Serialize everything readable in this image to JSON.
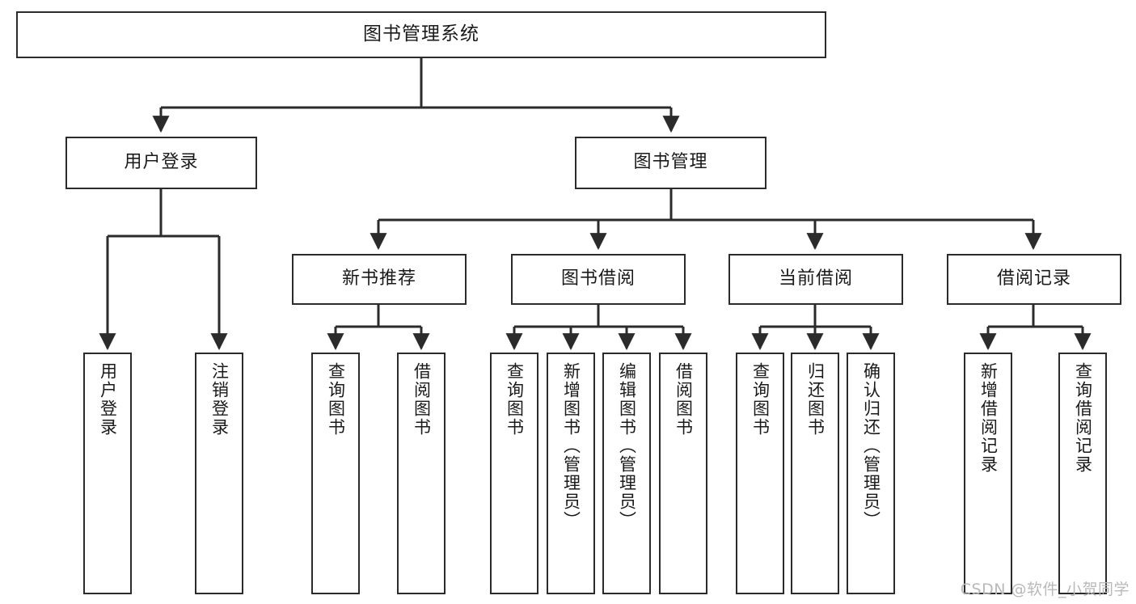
{
  "diagram": {
    "title": "图书管理系统",
    "type": "hierarchy-tree",
    "root": {
      "id": "root",
      "label": "图书管理系统",
      "orientation": "horizontal"
    },
    "level2": [
      {
        "id": "user-login",
        "label": "用户登录",
        "orientation": "horizontal"
      },
      {
        "id": "book-manage",
        "label": "图书管理",
        "orientation": "horizontal"
      }
    ],
    "level3": [
      {
        "id": "new-book-rec",
        "label": "新书推荐",
        "orientation": "horizontal",
        "parent": "book-manage"
      },
      {
        "id": "book-borrow",
        "label": "图书借阅",
        "orientation": "horizontal",
        "parent": "book-manage"
      },
      {
        "id": "current-borrow",
        "label": "当前借阅",
        "orientation": "horizontal",
        "parent": "book-manage"
      },
      {
        "id": "borrow-record",
        "label": "借阅记录",
        "orientation": "horizontal",
        "parent": "book-manage"
      }
    ],
    "leaves": [
      {
        "id": "leaf-user-login",
        "label": "用户登录",
        "parent": "user-login"
      },
      {
        "id": "leaf-logout",
        "label": "注销登录",
        "parent": "user-login"
      },
      {
        "id": "leaf-query-book-1",
        "label": "查询图书",
        "parent": "new-book-rec"
      },
      {
        "id": "leaf-borrow-book-1",
        "label": "借阅图书",
        "parent": "new-book-rec"
      },
      {
        "id": "leaf-query-book-2",
        "label": "查询图书",
        "parent": "book-borrow"
      },
      {
        "id": "leaf-add-book",
        "label": "新增图书（管理员）",
        "parent": "book-borrow"
      },
      {
        "id": "leaf-edit-book",
        "label": "编辑图书（管理员）",
        "parent": "book-borrow"
      },
      {
        "id": "leaf-borrow-book-2",
        "label": "借阅图书",
        "parent": "book-borrow"
      },
      {
        "id": "leaf-query-book-3",
        "label": "查询图书",
        "parent": "current-borrow"
      },
      {
        "id": "leaf-return-book",
        "label": "归还图书",
        "parent": "current-borrow"
      },
      {
        "id": "leaf-confirm-return",
        "label": "确认归还（管理员）",
        "parent": "current-borrow"
      },
      {
        "id": "leaf-add-record",
        "label": "新增借阅记录",
        "parent": "borrow-record"
      },
      {
        "id": "leaf-query-record",
        "label": "查询借阅记录",
        "parent": "borrow-record"
      }
    ],
    "watermark": "CSDN @软件_小贺同学",
    "colors": {
      "stroke": "#2b2b2b",
      "fill": "#ffffff",
      "text": "#1a1a1a",
      "watermark": "#b9b9b9"
    }
  }
}
